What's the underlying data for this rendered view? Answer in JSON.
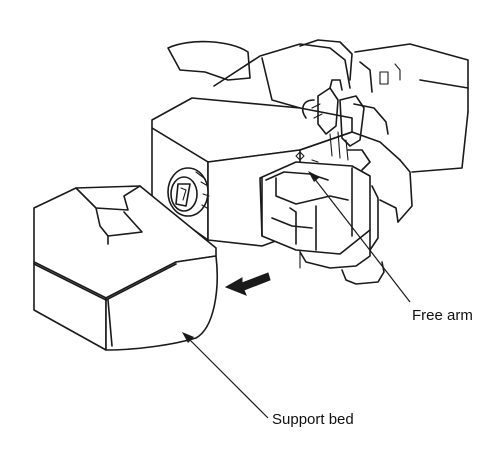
{
  "labels": {
    "free_arm": "Free arm",
    "support_bed": "Support bed"
  },
  "colors": {
    "line": "#1a1a1a",
    "background": "#ffffff"
  },
  "icons": {
    "direction_arrow": "bold-left-arrow"
  }
}
